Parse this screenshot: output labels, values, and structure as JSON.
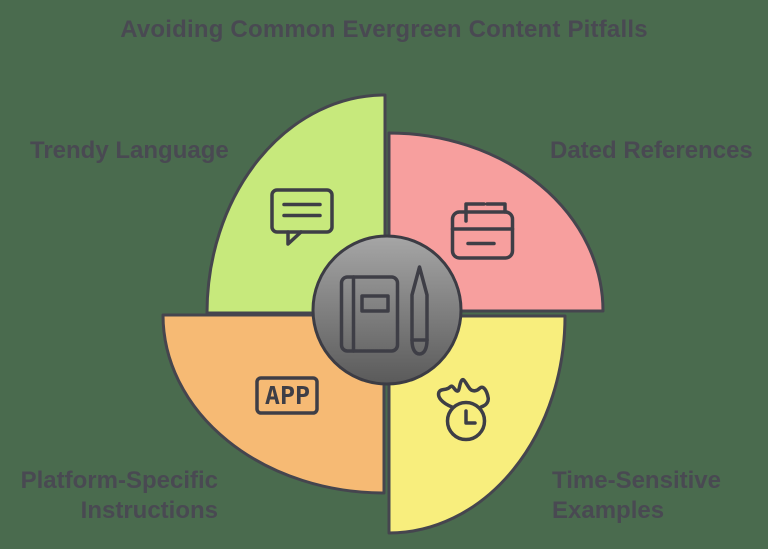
{
  "title": "Avoiding Common Evergreen Content Pitfalls",
  "colors": {
    "background": "#4a6b4e",
    "outline": "#45454e",
    "label_text": "#494952",
    "green": "#c7e97c",
    "red": "#f79f9e",
    "orange": "#f6ba74",
    "yellow": "#f8ee7d",
    "center_gradient_top": "#a6a6a6",
    "center_gradient_bottom": "#5a5a5a"
  },
  "segments": [
    {
      "id": "trendy-language",
      "label": "Trendy Language",
      "position": "top-left",
      "color": "#c7e97c",
      "icon": "speech-bubble-icon"
    },
    {
      "id": "dated-references",
      "label": "Dated References",
      "position": "top-right",
      "color": "#f79f9e",
      "icon": "calendar-icon"
    },
    {
      "id": "platform-specific-instructions",
      "label": "Platform-Specific Instructions",
      "label_line1": "Platform-Specific",
      "label_line2": "Instructions",
      "position": "bottom-left",
      "color": "#f6ba74",
      "icon": "app-badge-icon",
      "icon_text": "APP"
    },
    {
      "id": "time-sensitive-examples",
      "label": "Time-Sensitive Examples",
      "label_line1": "Time-Sensitive",
      "label_line2": "Examples",
      "position": "bottom-right",
      "color": "#f8ee7d",
      "icon": "flame-clock-icon"
    }
  ],
  "center": {
    "icon": "notebook-and-pencil-icon"
  }
}
